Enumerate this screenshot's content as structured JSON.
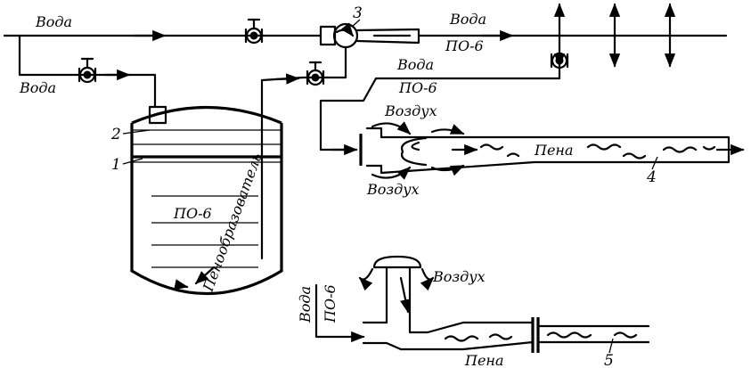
{
  "labels": {
    "water": "Вода",
    "po6": "ПО-6",
    "air": "Воздух",
    "foam": "Пена",
    "foam_agent": "Пенообразователь"
  },
  "callouts": {
    "n1": "1",
    "n2": "2",
    "n3": "3",
    "n4": "4",
    "n5": "5"
  }
}
